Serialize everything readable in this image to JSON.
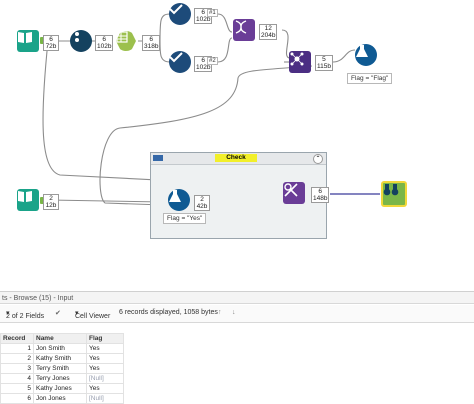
{
  "workflow": {
    "input_top": {
      "count": "6",
      "size": "72b"
    },
    "select": {
      "count": "6",
      "size": "102b"
    },
    "transpose_out": {
      "count": "6",
      "size": "318b"
    },
    "filter_top_true": {
      "count": "6",
      "size": "#1",
      "size2": "102b"
    },
    "filter_bottom_true": {
      "count": "6",
      "size": "#2",
      "size2": "102b"
    },
    "dna_join": {
      "count": "12",
      "size": "204b"
    },
    "union": {
      "count": "5",
      "size": "115b"
    },
    "formula_top_annotation": "Flag = \"Flag\"",
    "input_bottom": {
      "count": "2",
      "size": "12b"
    },
    "container_title": "Check",
    "formula_bottom": {
      "count": "2",
      "size": "42b"
    },
    "formula_bottom_annotation": "Flag = \"Yes\"",
    "join_out": {
      "count": "6",
      "size": "148b"
    }
  },
  "results": {
    "title": "ts - Browse (15) - Input",
    "fields_label": "2 of 2 Fields",
    "viewer_label": "Cell Viewer",
    "records_info": "6 records displayed, 1058 bytes",
    "columns": [
      "Record",
      "Name",
      "Flag"
    ],
    "rows": [
      {
        "record": "1",
        "name": "Jon Smith",
        "flag": "Yes"
      },
      {
        "record": "2",
        "name": "Kathy Smith",
        "flag": "Yes"
      },
      {
        "record": "3",
        "name": "Terry Smith",
        "flag": "Yes"
      },
      {
        "record": "4",
        "name": "Terry Jones",
        "flag": "[Null]"
      },
      {
        "record": "5",
        "name": "Kathy Jones",
        "flag": "Yes"
      },
      {
        "record": "6",
        "name": "Jon Jones",
        "flag": "[Null]"
      }
    ]
  },
  "colors": {
    "input_green": "#1aa389",
    "select_navy": "#14425f",
    "formula_blue": "#0f5a93",
    "filter_blue": "#1d4b7a",
    "join_purple": "#6a3d97",
    "union_purple": "#4b2e83",
    "browse_green": "#7ab648",
    "transpose_green": "#9cc04d"
  }
}
